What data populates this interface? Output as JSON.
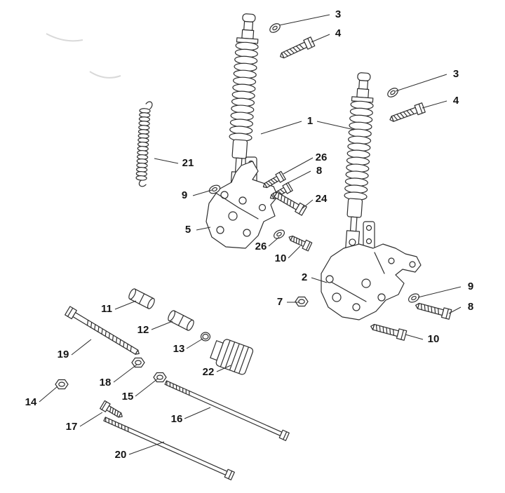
{
  "diagram": {
    "kind": "exploded-parts-diagram",
    "colors": {
      "bg": "#ffffff",
      "line": "#2e2e2e",
      "label": "#141414",
      "watermark": "#d9d9d9"
    }
  },
  "callouts": [
    "3",
    "4",
    "3",
    "4",
    "1",
    "26",
    "8",
    "9",
    "24",
    "21",
    "5",
    "26",
    "10",
    "2",
    "9",
    "7",
    "8",
    "11",
    "12",
    "10",
    "13",
    "19",
    "22",
    "18",
    "15",
    "14",
    "16",
    "17",
    "20"
  ]
}
